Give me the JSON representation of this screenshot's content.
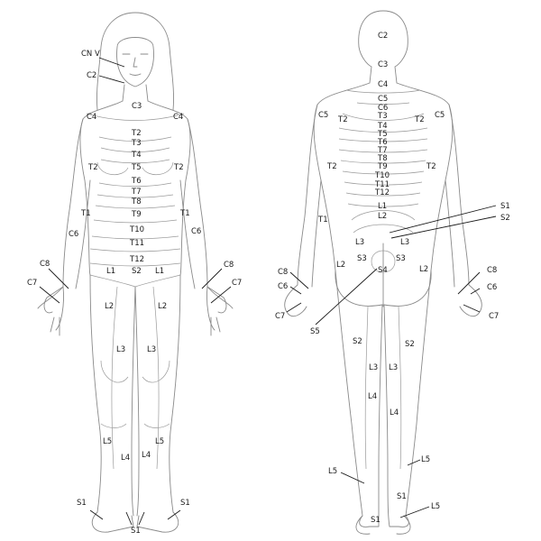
{
  "figure": {
    "front": {
      "labels": {
        "cn_v": "CN V",
        "c2": "C2",
        "c3": "C3",
        "c4_left": "C4",
        "c4_right": "C4",
        "t2_1": "T2",
        "t3": "T3",
        "t4": "T4",
        "t2_left": "T2",
        "t5": "T5",
        "t2_right": "T2",
        "t6": "T6",
        "t7": "T7",
        "t8": "T8",
        "t9": "T9",
        "t1_left": "T1",
        "t1_right": "T1",
        "t10": "T10",
        "c6_left": "C6",
        "c6_right": "C6",
        "t11": "T11",
        "t12": "T12",
        "c8_left": "C8",
        "c8_right": "C8",
        "l1_left": "L1",
        "s2": "S2",
        "l1_right": "L1",
        "c7_left": "C7",
        "c7_right": "C7",
        "l2_left": "L2",
        "l2_right": "L2",
        "l3_left": "L3",
        "l3_right": "L3",
        "l5_left": "L5",
        "l5_right": "L5",
        "l4_left": "L4",
        "l4_right": "L4",
        "s1_left": "S1",
        "s1_right": "S1",
        "s1_bottom": "S1"
      }
    },
    "back": {
      "labels": {
        "c2": "C2",
        "c3": "C3",
        "c4": "C4",
        "c5_mid": "C5",
        "c6_mid": "C6",
        "c5_left": "C5",
        "c5_right": "C5",
        "t2_left": "T2",
        "t3": "T3",
        "t2_right": "T2",
        "t4": "T4",
        "t5": "T5",
        "t6": "T6",
        "t7": "T7",
        "t8": "T8",
        "t2_arm_left": "T2",
        "t9": "T9",
        "t2_arm_right": "T2",
        "t10": "T10",
        "t11": "T11",
        "t12": "T12",
        "s1_ptr": "S1",
        "l1": "L1",
        "t1_left": "T1",
        "l2": "L2",
        "s2_ptr": "S2",
        "l3_left": "L3",
        "l3_right": "L3",
        "s3_left": "S3",
        "s3_right": "S3",
        "l2_left": "L2",
        "l2_right": "L2",
        "s4": "S4",
        "c8_left": "C8",
        "c8_right": "C8",
        "c6_left": "C6",
        "c6_right": "C6",
        "c7_left": "C7",
        "c7_right": "C7",
        "s5": "S5",
        "s2_left": "S2",
        "s2_right": "S2",
        "l3_leg_left": "L3",
        "l3_leg_right": "L3",
        "l4_left": "L4",
        "l4_right": "L4",
        "l5_right": "L5",
        "l5_left": "L5",
        "s1_heel": "S1",
        "s1_foot": "S1",
        "l5_foot": "L5"
      }
    }
  }
}
